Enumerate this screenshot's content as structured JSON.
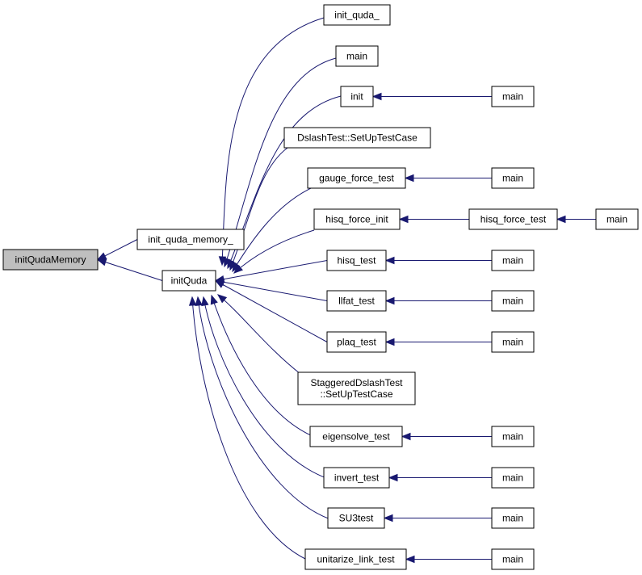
{
  "graph": {
    "colors": {
      "edge": "#191970",
      "root_fill": "#bfbfbf",
      "node_fill": "#ffffff",
      "node_border": "#000000"
    },
    "nodes": [
      {
        "id": "initQudaMemory",
        "lines": [
          "initQudaMemory"
        ],
        "root": true
      },
      {
        "id": "init_quda_memory_",
        "lines": [
          "init_quda_memory_"
        ]
      },
      {
        "id": "initQuda",
        "lines": [
          "initQuda"
        ]
      },
      {
        "id": "init_quda_",
        "lines": [
          "init_quda_"
        ]
      },
      {
        "id": "main_a",
        "lines": [
          "main"
        ]
      },
      {
        "id": "init",
        "lines": [
          "init"
        ]
      },
      {
        "id": "main_init",
        "lines": [
          "main"
        ]
      },
      {
        "id": "DslashTest_SetUpTestCase",
        "lines": [
          "DslashTest::SetUpTestCase"
        ]
      },
      {
        "id": "gauge_force_test",
        "lines": [
          "gauge_force_test"
        ]
      },
      {
        "id": "main_gauge",
        "lines": [
          "main"
        ]
      },
      {
        "id": "hisq_force_init",
        "lines": [
          "hisq_force_init"
        ]
      },
      {
        "id": "hisq_force_test",
        "lines": [
          "hisq_force_test"
        ]
      },
      {
        "id": "main_hisq_force",
        "lines": [
          "main"
        ]
      },
      {
        "id": "hisq_test",
        "lines": [
          "hisq_test"
        ]
      },
      {
        "id": "main_hisq",
        "lines": [
          "main"
        ]
      },
      {
        "id": "llfat_test",
        "lines": [
          "llfat_test"
        ]
      },
      {
        "id": "main_llfat",
        "lines": [
          "main"
        ]
      },
      {
        "id": "plaq_test",
        "lines": [
          "plaq_test"
        ]
      },
      {
        "id": "main_plaq",
        "lines": [
          "main"
        ]
      },
      {
        "id": "StaggeredDslashTest_SetUpTestCase",
        "lines": [
          "StaggeredDslashTest",
          "::SetUpTestCase"
        ]
      },
      {
        "id": "eigensolve_test",
        "lines": [
          "eigensolve_test"
        ]
      },
      {
        "id": "main_eigen",
        "lines": [
          "main"
        ]
      },
      {
        "id": "invert_test",
        "lines": [
          "invert_test"
        ]
      },
      {
        "id": "main_invert",
        "lines": [
          "main"
        ]
      },
      {
        "id": "SU3test",
        "lines": [
          "SU3test"
        ]
      },
      {
        "id": "main_su3",
        "lines": [
          "main"
        ]
      },
      {
        "id": "unitarize_link_test",
        "lines": [
          "unitarize_link_test"
        ]
      },
      {
        "id": "main_unitarize",
        "lines": [
          "main"
        ]
      }
    ],
    "edges": [
      {
        "from": "init_quda_memory_",
        "to": "initQudaMemory"
      },
      {
        "from": "initQuda",
        "to": "initQudaMemory"
      },
      {
        "from": "init_quda_",
        "to": "initQuda"
      },
      {
        "from": "main_a",
        "to": "initQuda"
      },
      {
        "from": "init",
        "to": "initQuda"
      },
      {
        "from": "DslashTest_SetUpTestCase",
        "to": "initQuda"
      },
      {
        "from": "gauge_force_test",
        "to": "initQuda"
      },
      {
        "from": "hisq_force_init",
        "to": "initQuda"
      },
      {
        "from": "hisq_test",
        "to": "initQuda"
      },
      {
        "from": "llfat_test",
        "to": "initQuda"
      },
      {
        "from": "plaq_test",
        "to": "initQuda"
      },
      {
        "from": "StaggeredDslashTest_SetUpTestCase",
        "to": "initQuda"
      },
      {
        "from": "eigensolve_test",
        "to": "initQuda"
      },
      {
        "from": "invert_test",
        "to": "initQuda"
      },
      {
        "from": "SU3test",
        "to": "initQuda"
      },
      {
        "from": "unitarize_link_test",
        "to": "initQuda"
      },
      {
        "from": "main_init",
        "to": "init"
      },
      {
        "from": "main_gauge",
        "to": "gauge_force_test"
      },
      {
        "from": "hisq_force_test",
        "to": "hisq_force_init"
      },
      {
        "from": "main_hisq_force",
        "to": "hisq_force_test"
      },
      {
        "from": "main_hisq",
        "to": "hisq_test"
      },
      {
        "from": "main_llfat",
        "to": "llfat_test"
      },
      {
        "from": "main_plaq",
        "to": "plaq_test"
      },
      {
        "from": "main_eigen",
        "to": "eigensolve_test"
      },
      {
        "from": "main_invert",
        "to": "invert_test"
      },
      {
        "from": "main_su3",
        "to": "SU3test"
      },
      {
        "from": "main_unitarize",
        "to": "unitarize_link_test"
      }
    ]
  }
}
